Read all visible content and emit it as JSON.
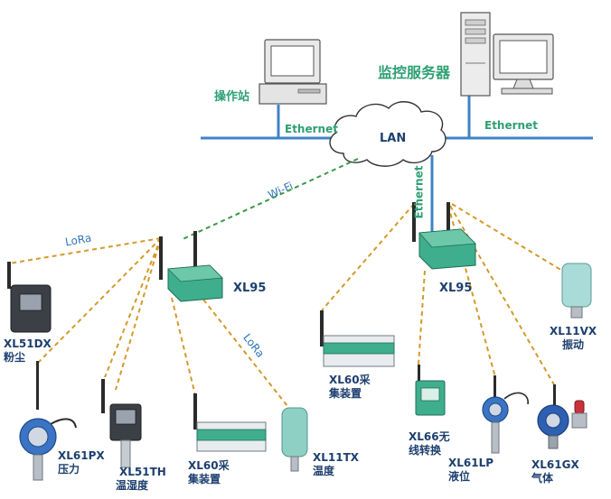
{
  "colors": {
    "ethernet_line": "#3f83c6",
    "lora_link": "#d39a2a",
    "wifi_link": "#3a9a45",
    "device_green": "#3fae8c",
    "label_teal": "#2e9f73",
    "label_navy": "#1d3f6e"
  },
  "network": {
    "lan": "LAN",
    "ethernet_left": "Ethernet",
    "ethernet_right": "Ethernet",
    "ethernet_vertical": "Ethernet",
    "wifi": "Wi-Fi",
    "lora_top": "LoRa",
    "lora_mid": "LoRa"
  },
  "stations": {
    "operator": "操作站",
    "server": "监控服务器"
  },
  "gateways": {
    "left": "XL95",
    "right": "XL95"
  },
  "devices": {
    "xl51dx_model": "XL51DX",
    "xl51dx_desc": "粉尘",
    "xl61px_model": "XL61PX",
    "xl61px_desc": "压力",
    "xl51th_model": "XL51TH",
    "xl51th_desc": "温湿度",
    "xl60_left_model": "XL60采",
    "xl60_left_desc": "集装置",
    "xl11tx_model": "XL11TX",
    "xl11tx_desc": "温度",
    "xl60_right_model": "XL60采",
    "xl60_right_desc": "集装置",
    "xl66_model": "XL66无",
    "xl66_desc": "线转换",
    "xl61lp_model": "XL61LP",
    "xl61lp_desc": "液位",
    "xl61gx_model": "XL61GX",
    "xl61gx_desc": "气体",
    "xl11vx_model": "XL11VX",
    "xl11vx_desc": "振动"
  }
}
